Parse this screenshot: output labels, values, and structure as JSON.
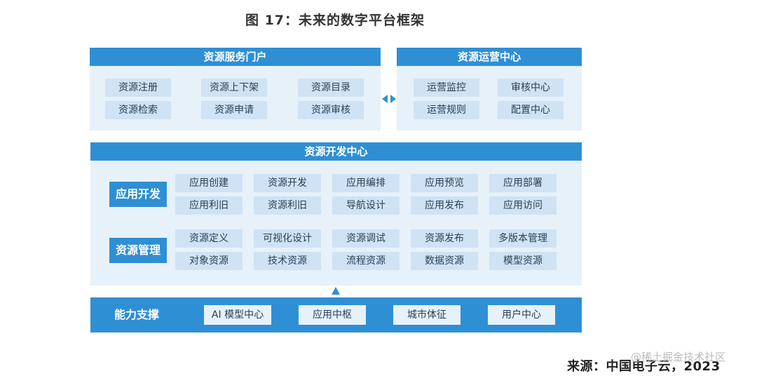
{
  "title": "图 17：未来的数字平台框架",
  "portal": {
    "header": "资源服务门户",
    "items": [
      "资源注册",
      "资源上下架",
      "资源目录",
      "资源检索",
      "资源申请",
      "资源审核"
    ]
  },
  "ops": {
    "header": "资源运营中心",
    "items": [
      "运营监控",
      "审核中心",
      "运营规则",
      "配置中心"
    ]
  },
  "dev": {
    "header": "资源开发中心",
    "groups": [
      {
        "label": "应用开发",
        "items": [
          "应用创建",
          "资源开发",
          "应用编排",
          "应用预览",
          "应用部署",
          "应用利旧",
          "资源利旧",
          "导航设计",
          "应用发布",
          "应用访问"
        ]
      },
      {
        "label": "资源管理",
        "items": [
          "资源定义",
          "可视化设计",
          "资源调试",
          "资源发布",
          "多版本管理",
          "对象资源",
          "技术资源",
          "流程资源",
          "数据资源",
          "模型资源"
        ]
      }
    ]
  },
  "support": {
    "label": "能力支撑",
    "items": [
      "AI 模型中心",
      "应用中枢",
      "城市体征",
      "用户中心"
    ]
  },
  "source": "来源：中国电子云，2023",
  "watermark": "@稀土掘金技术社区",
  "colors": {
    "primary": "#2f8fd4",
    "panel_bg": "#e6f1fa",
    "chip_bg": "#cfe3f4"
  }
}
